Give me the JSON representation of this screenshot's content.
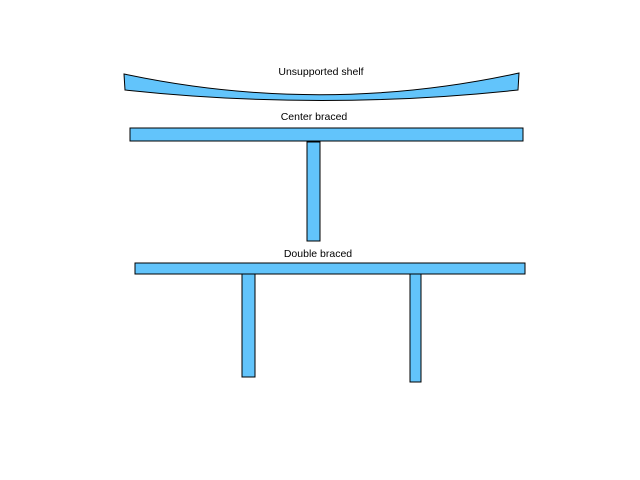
{
  "colors": {
    "board_fill": "#62c4fb",
    "outline": "#000000",
    "background": "#ffffff"
  },
  "shelves": [
    {
      "id": "unsupported",
      "label": "Unsupported shelf",
      "braces": 0
    },
    {
      "id": "center",
      "label": "Center braced",
      "braces": 1
    },
    {
      "id": "double",
      "label": "Double braced",
      "braces": 2
    }
  ]
}
